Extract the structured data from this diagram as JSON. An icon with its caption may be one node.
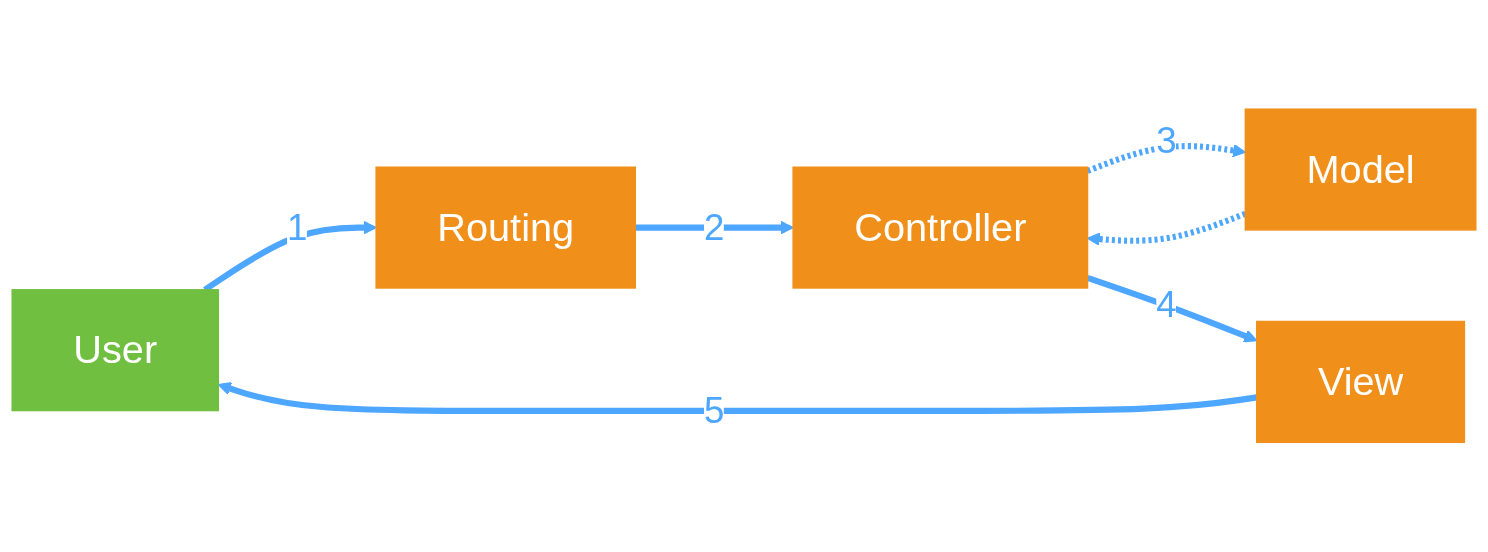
{
  "diagram": {
    "nodes": [
      {
        "text": [
          "User"
        ]
      },
      {
        "text": [
          "Routing"
        ]
      },
      {
        "text": [
          "Controller"
        ]
      },
      {
        "text": [
          "Model"
        ]
      },
      {
        "text": [
          "View"
        ]
      }
    ],
    "edges": [
      {
        "from": 0,
        "to": 1,
        "arrow": "to",
        "label": "1"
      },
      {
        "from": 1,
        "to": 2,
        "arrow": "to",
        "label": "2"
      },
      {
        "from": 2,
        "to": 3,
        "arrow": "to",
        "style": "dashed",
        "label": "3"
      },
      {
        "from": 3,
        "to": 2,
        "arrow": "to",
        "style": "dashed"
      },
      {
        "from": 2,
        "to": 4,
        "arrow": "to",
        "label": "4"
      },
      {
        "from": 4,
        "to": 0,
        "arrow": "to",
        "label": "5"
      }
    ]
  }
}
